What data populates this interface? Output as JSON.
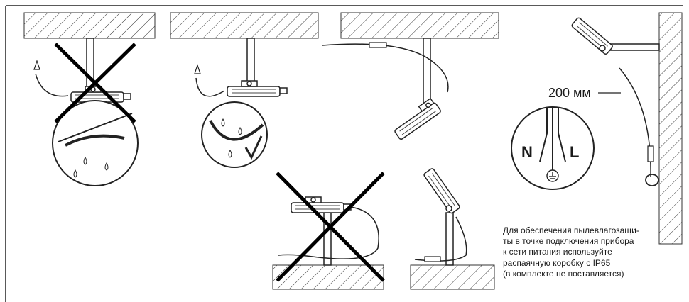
{
  "measure_label": "200 мм",
  "terminal_labels": {
    "neutral": "N",
    "live": "L"
  },
  "note_lines": [
    "Для обеспечения пылевлагозащи-",
    "ты в точке подключения прибора",
    "к сети питания используйте",
    "распаячную коробку с IP65",
    "(в комплекте не поставляется)"
  ],
  "colors": {
    "ink": "#1a1a1a",
    "hatch": "#333333",
    "forbidden": "#000000"
  }
}
